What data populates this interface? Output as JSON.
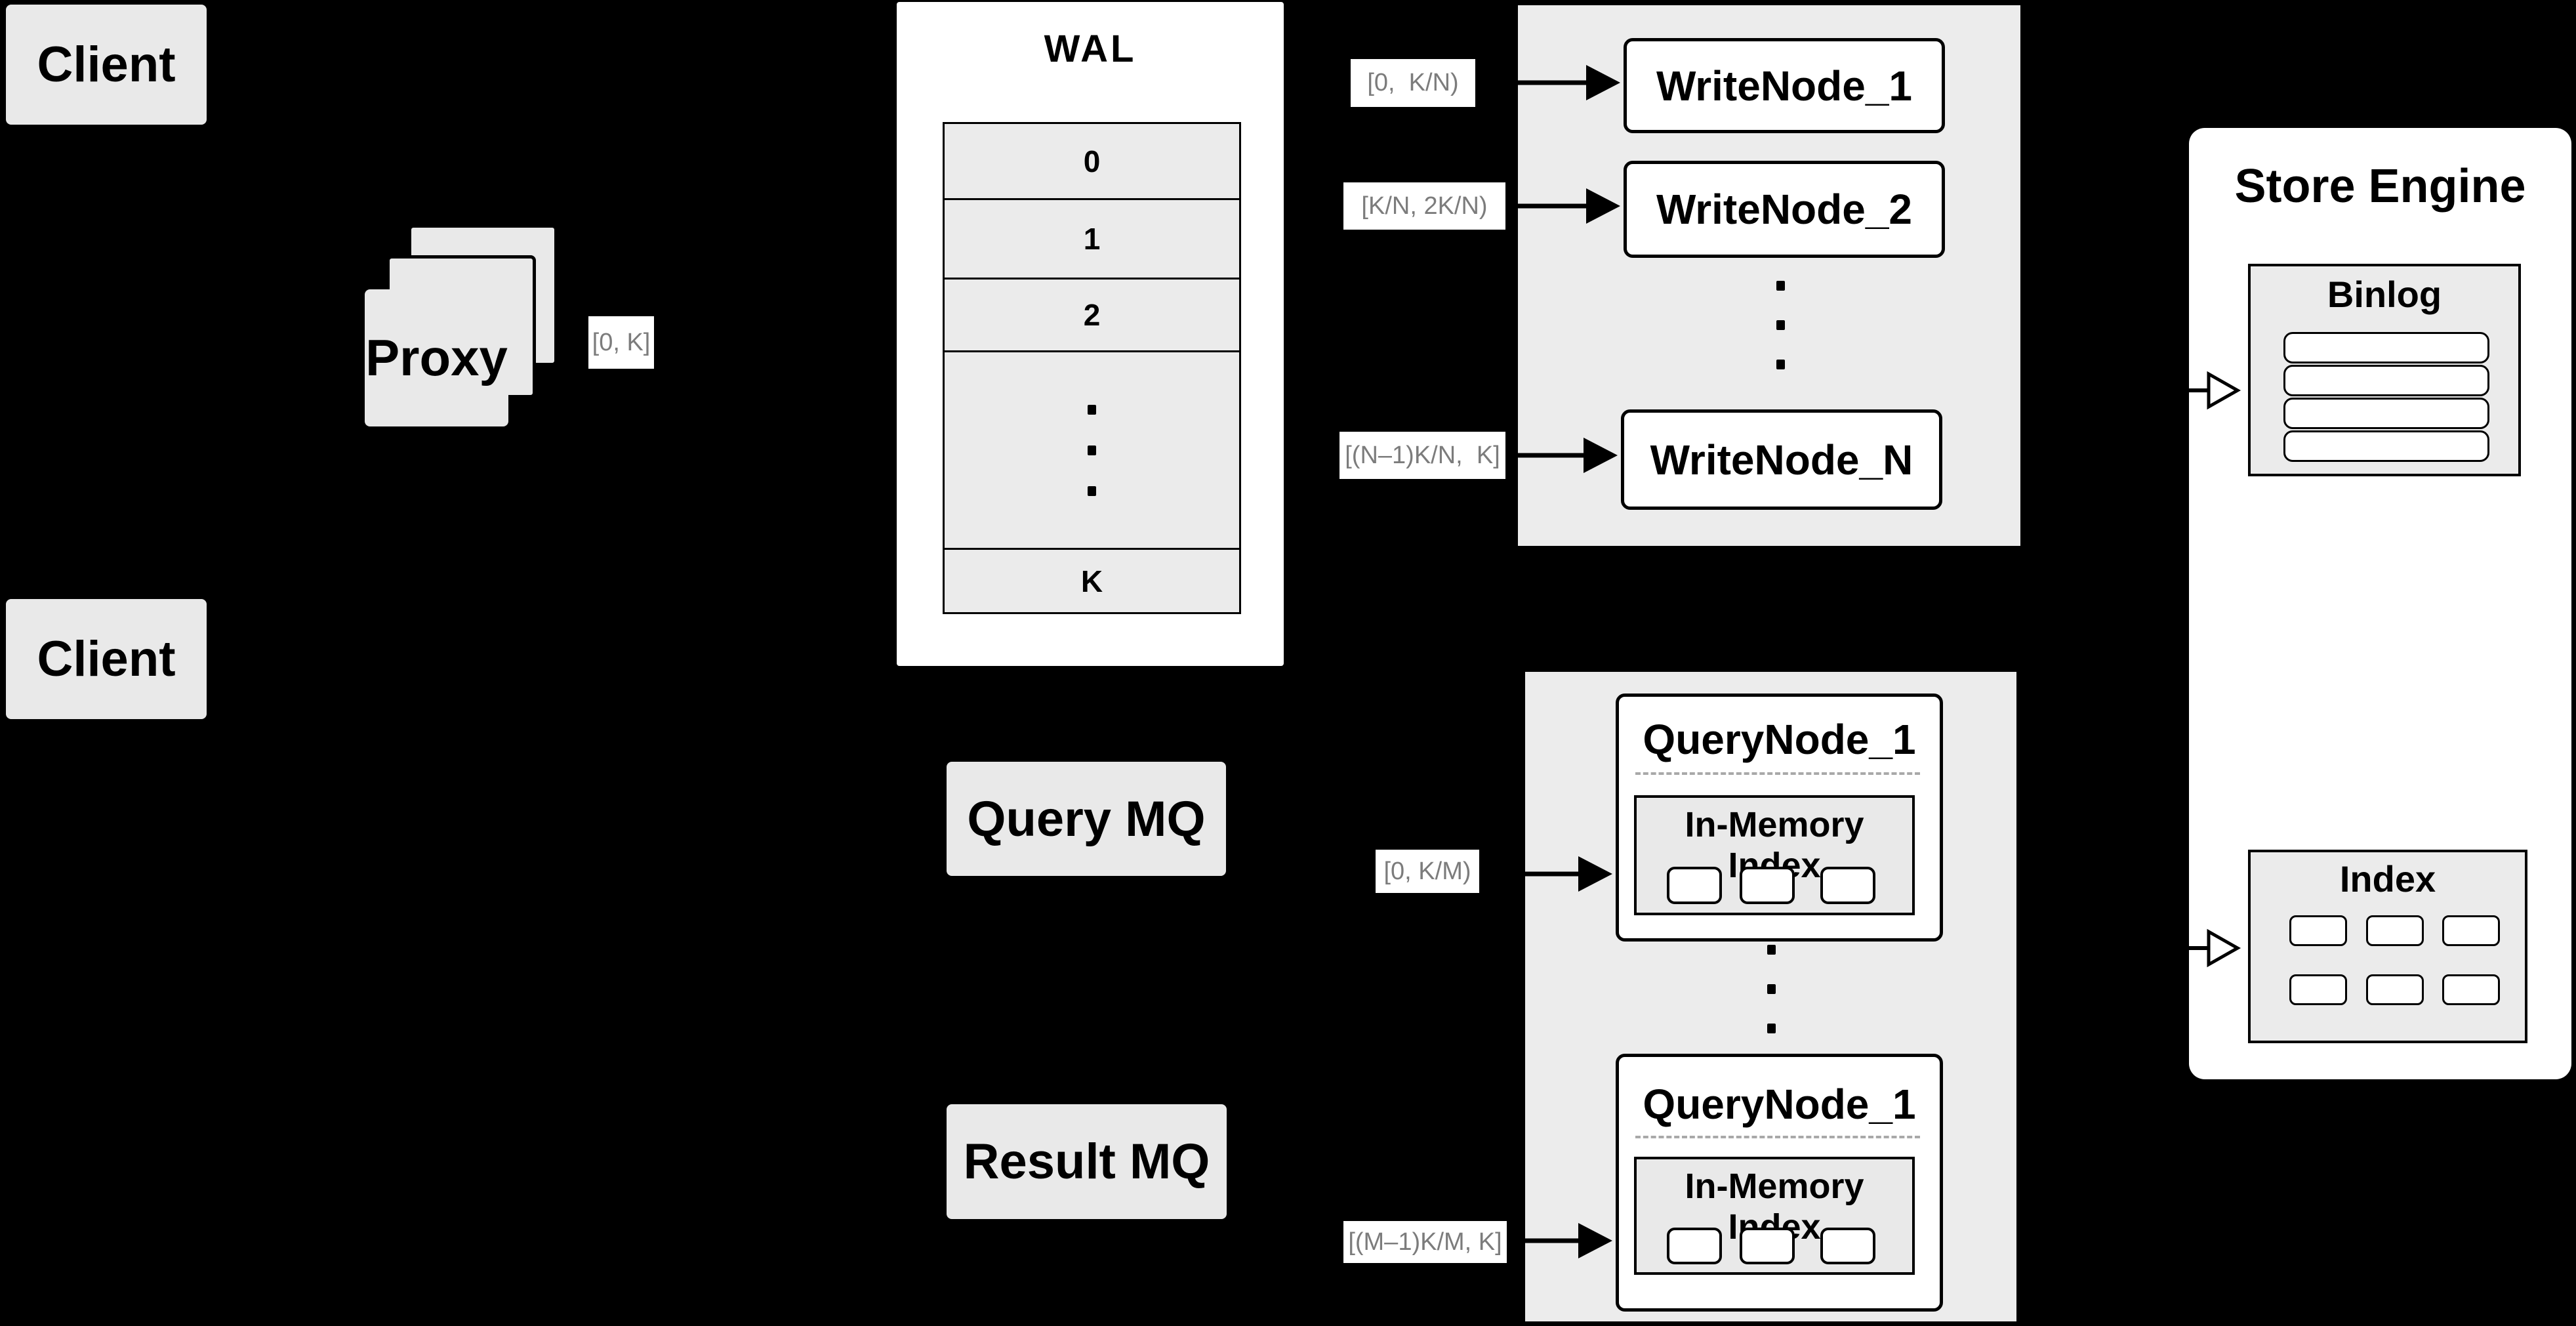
{
  "diagram": {
    "client_top": {
      "label": "Client"
    },
    "client_middle": {
      "label": "Client"
    },
    "proxy": {
      "label": "Proxy",
      "range": "[0, K]"
    },
    "wal": {
      "title": "WAL",
      "segments": [
        "0",
        "1",
        "2",
        "K"
      ]
    },
    "write_cluster": {
      "nodes": [
        {
          "label": "WriteNode_1",
          "range": "[0,  K/N)"
        },
        {
          "label": "WriteNode_2",
          "range": "[K/N, 2K/N)"
        },
        {
          "label": "WriteNode_N",
          "range": "[(N–1)K/N,  K]"
        }
      ]
    },
    "query_mq": {
      "label": "Query MQ"
    },
    "result_mq": {
      "label": "Result MQ"
    },
    "query_cluster": {
      "nodes": [
        {
          "label": "QueryNode_1",
          "memory_title": "In-Memory Index",
          "range": "[0, K/M)"
        },
        {
          "label": "QueryNode_1",
          "memory_title": "In-Memory Index",
          "range": "[(M–1)K/M, K]"
        }
      ]
    },
    "store_engine": {
      "title": "Store Engine",
      "binlog_title": "Binlog",
      "index_title": "Index"
    }
  },
  "colors": {
    "background": "#000000",
    "panel_gray": "#e9e9e9",
    "cluster_gray": "#ececec",
    "node_white": "#ffffff",
    "line_black": "#000000",
    "range_text_gray": "#7c7c7c",
    "dashed_gray": "#a9a9a9"
  }
}
